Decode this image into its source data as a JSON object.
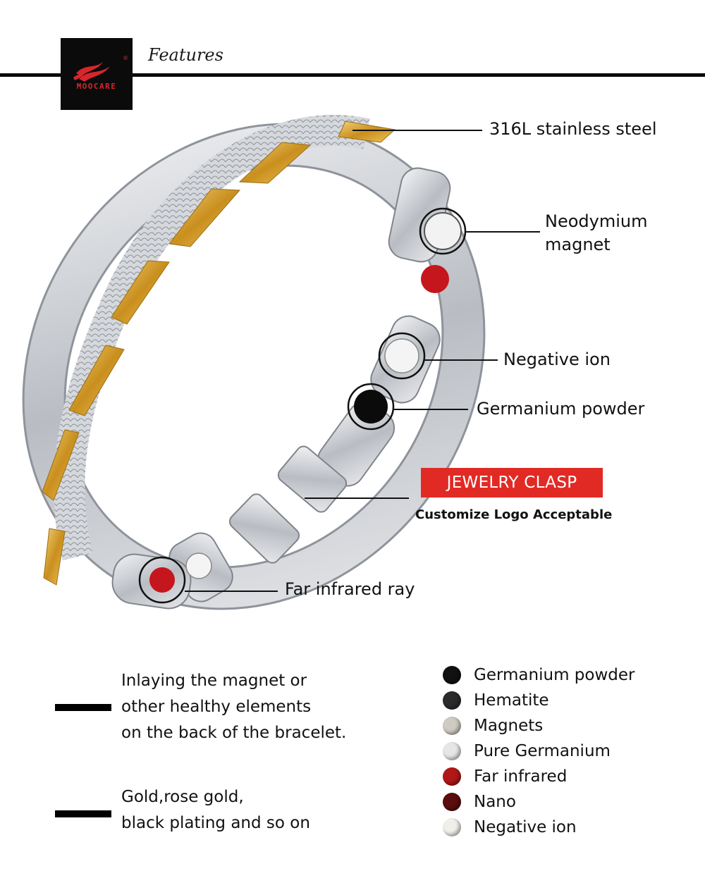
{
  "header": {
    "brand": "MOOCARE",
    "registered_mark": "®",
    "title": "Features"
  },
  "callouts": {
    "steel": "316L stainless steel",
    "magnet_line1": "Neodymium",
    "magnet_line2": "magnet",
    "negative_ion": "Negative ion",
    "germanium": "Germanium powder",
    "clasp_badge": "JEWELRY CLASP",
    "clasp_sub": "Customize Logo Acceptable",
    "far_infrared": "Far infrared ray"
  },
  "notes": {
    "inlay": [
      "Inlaying the magnet or",
      "other healthy elements",
      "on the back of the bracelet."
    ],
    "plating": [
      "Gold,rose gold,",
      "black plating and so on"
    ]
  },
  "legend": [
    {
      "label": "Germanium powder",
      "color": "#111111",
      "icon": "germanium-powder-dot-icon"
    },
    {
      "label": "Hematite",
      "color": "#2b2b2b",
      "icon": "hematite-dot-icon"
    },
    {
      "label": "Magnets",
      "color": "#cfcac2",
      "icon": "magnets-dot-icon"
    },
    {
      "label": "Pure Germanium",
      "color": "#e6e6e6",
      "icon": "pure-germanium-dot-icon"
    },
    {
      "label": "Far infrared",
      "color": "#b01818",
      "icon": "far-infrared-dot-icon"
    },
    {
      "label": "Nano",
      "color": "#5a0e0e",
      "icon": "nano-dot-icon"
    },
    {
      "label": "Negative ion",
      "color": "#f1efea",
      "icon": "negative-ion-dot-icon"
    }
  ],
  "colors": {
    "accent_red": "#e22a24",
    "gold": "#d9a733",
    "silver": "#c9ccd1"
  }
}
